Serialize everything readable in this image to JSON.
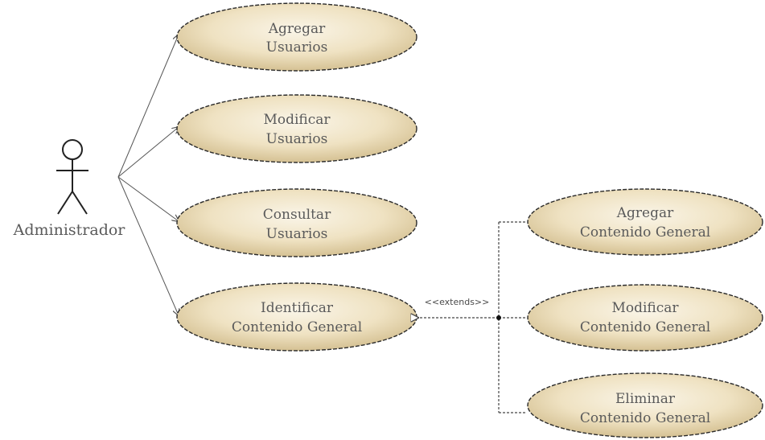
{
  "actor": {
    "name": "Administrador"
  },
  "use_cases": {
    "agregar_usuarios": {
      "line1": "Agregar",
      "line2": "Usuarios"
    },
    "modificar_usuarios": {
      "line1": "Modificar",
      "line2": "Usuarios"
    },
    "consultar_usuarios": {
      "line1": "Consultar",
      "line2": "Usuarios"
    },
    "identificar_contenido": {
      "line1": "Identificar",
      "line2": "Contenido General"
    },
    "agregar_contenido": {
      "line1": "Agregar",
      "line2": "Contenido General"
    },
    "modificar_contenido": {
      "line1": "Modificar",
      "line2": "Contenido General"
    },
    "eliminar_contenido": {
      "line1": "Eliminar",
      "line2": "Contenido General"
    }
  },
  "relations": {
    "extends_label": "<<extends>>"
  },
  "colors": {
    "ellipse_light": "#f8f2e2",
    "ellipse_dark": "#d8c498",
    "outline": "#2a2a2a"
  }
}
